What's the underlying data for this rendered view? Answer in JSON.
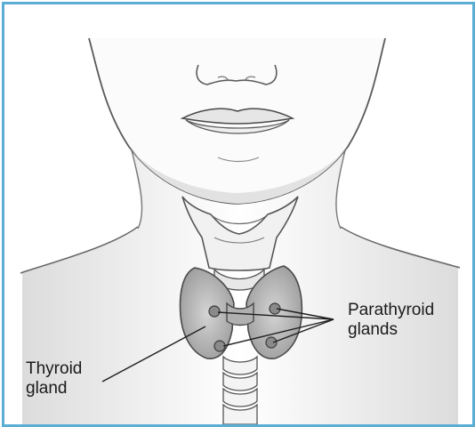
{
  "labels": {
    "parathyroid": {
      "line1": "Parathyroid",
      "line2": "glands"
    },
    "thyroid": {
      "line1": "Thyroid",
      "line2": "gland"
    }
  },
  "colors": {
    "border": "#5aaed4",
    "ink": "#3a3a3a",
    "gland_fill": "#b9b9b9",
    "skin_shade": "#e8e8e8"
  }
}
